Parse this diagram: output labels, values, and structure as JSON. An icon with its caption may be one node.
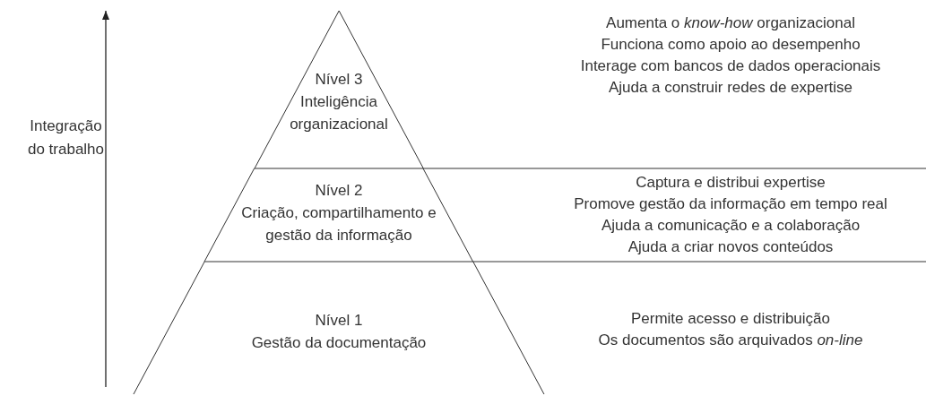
{
  "diagram": {
    "nodes": [
      {
        "text": [
          "Nível 3",
          "Inteligência organizacional"
        ],
        "beside": [
          "Aumenta o *know-how* organizacional",
          "Funciona como apoio ao desempenho",
          "Interage com bancos de dados operacionais",
          "Ajuda a construir redes de expertise"
        ]
      },
      {
        "text": [
          "Nível 2",
          "Criação, compartilhamento e gestão da informação"
        ],
        "beside": [
          "Captura e distribui expertise",
          "Promove gestão da informação em tempo real",
          "Ajuda a comunicação e a colaboração",
          "Ajuda a criar novos conteúdos"
        ]
      },
      {
        "text": [
          "Nível 1",
          "Gestão da documentação"
        ],
        "beside": [
          "Permite acesso e distribuição",
          "Os documentos são arquivados *on-line*"
        ]
      }
    ],
    "edges": [],
    "labels": [
      "Integração do trabalho"
    ]
  }
}
